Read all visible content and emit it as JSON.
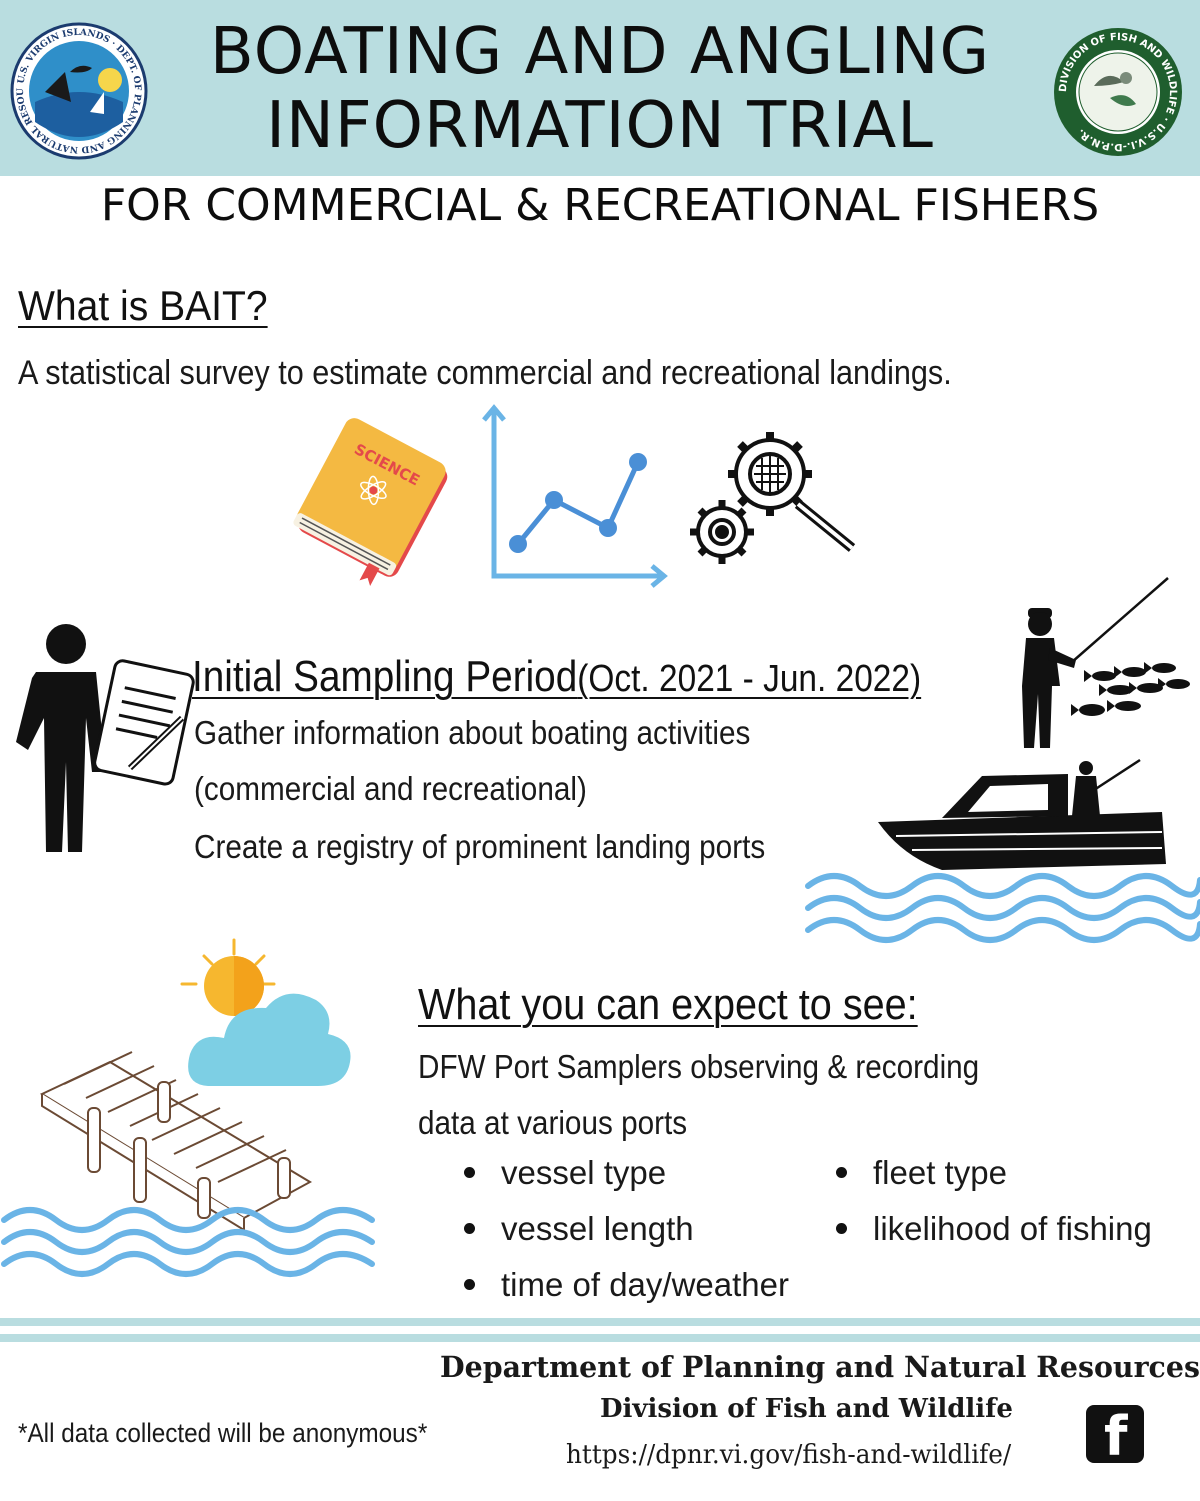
{
  "header": {
    "title_line1": "BOATING AND ANGLING",
    "title_line2": "INFORMATION TRIAL",
    "subtitle": "FOR COMMERCIAL & RECREATIONAL FISHERS"
  },
  "logos": {
    "left_seal_text": "U.S. VIRGIN ISLANDS · DEPT. OF PLANNING AND NATURAL RESOURCES",
    "right_seal_text": "DIVISION OF FISH AND WILDLIFE · U.S.V.I.-D.P.N.R."
  },
  "what_is": {
    "heading": "What is BAIT?",
    "description": "A statistical survey to estimate commercial and recreational landings.",
    "book_label": "SCIENCE"
  },
  "sampling": {
    "heading": "Initial Sampling Period",
    "period": "(Oct. 2021 - Jun. 2022)",
    "line1": "Gather information about boating activities",
    "line2": "(commercial and recreational)",
    "line3": "Create a registry of prominent landing ports"
  },
  "expect": {
    "heading": "What you can expect to see:",
    "line1": "DFW Port Samplers observing & recording",
    "line2": "data at various ports",
    "bullets_left": [
      "vessel type",
      "vessel length",
      "time of day/weather"
    ],
    "bullets_right": [
      "fleet type",
      "likelihood of fishing"
    ]
  },
  "footer": {
    "anonymous": "*All data collected will be anonymous*",
    "department": "Department of Planning and Natural Resources",
    "division": "Division of Fish and Wildlife",
    "url": "https://dpnr.vi.gov/fish-and-wildlife/",
    "facebook_glyph": "f"
  },
  "colors": {
    "header_band": "#b9dde0",
    "accent_blue": "#6ab4e6",
    "book_yellow": "#f4b942",
    "seal_green": "#1f5e2e"
  }
}
